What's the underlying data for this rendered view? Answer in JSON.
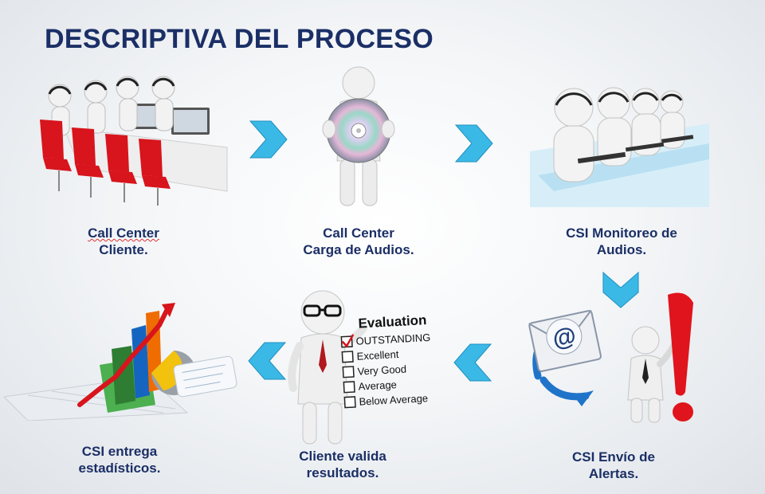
{
  "title": "DESCRIPTIVA DEL PROCESO",
  "steps": [
    {
      "line1": "Call Center",
      "line2": "Cliente."
    },
    {
      "line1": "Call Center",
      "line2": "Carga de Audios."
    },
    {
      "line1": "CSI Monitoreo de",
      "line2": "Audios."
    },
    {
      "line1": "CSI Envío de",
      "line2": "Alertas."
    },
    {
      "line1": "Cliente valida",
      "line2": "resultados."
    },
    {
      "line1": "CSI entrega",
      "line2": "estadísticos."
    }
  ],
  "evaluation": {
    "heading": "Evaluation",
    "options": [
      "OUTSTANDING",
      "Excellent",
      "Very Good",
      "Average",
      "Below Average"
    ],
    "checked_index": 0
  },
  "email_symbol": "@",
  "colors": {
    "title": "#1b2f66",
    "arrow": "#3bb9e6",
    "chair": "#d8141c",
    "alert": "#e0141c"
  }
}
